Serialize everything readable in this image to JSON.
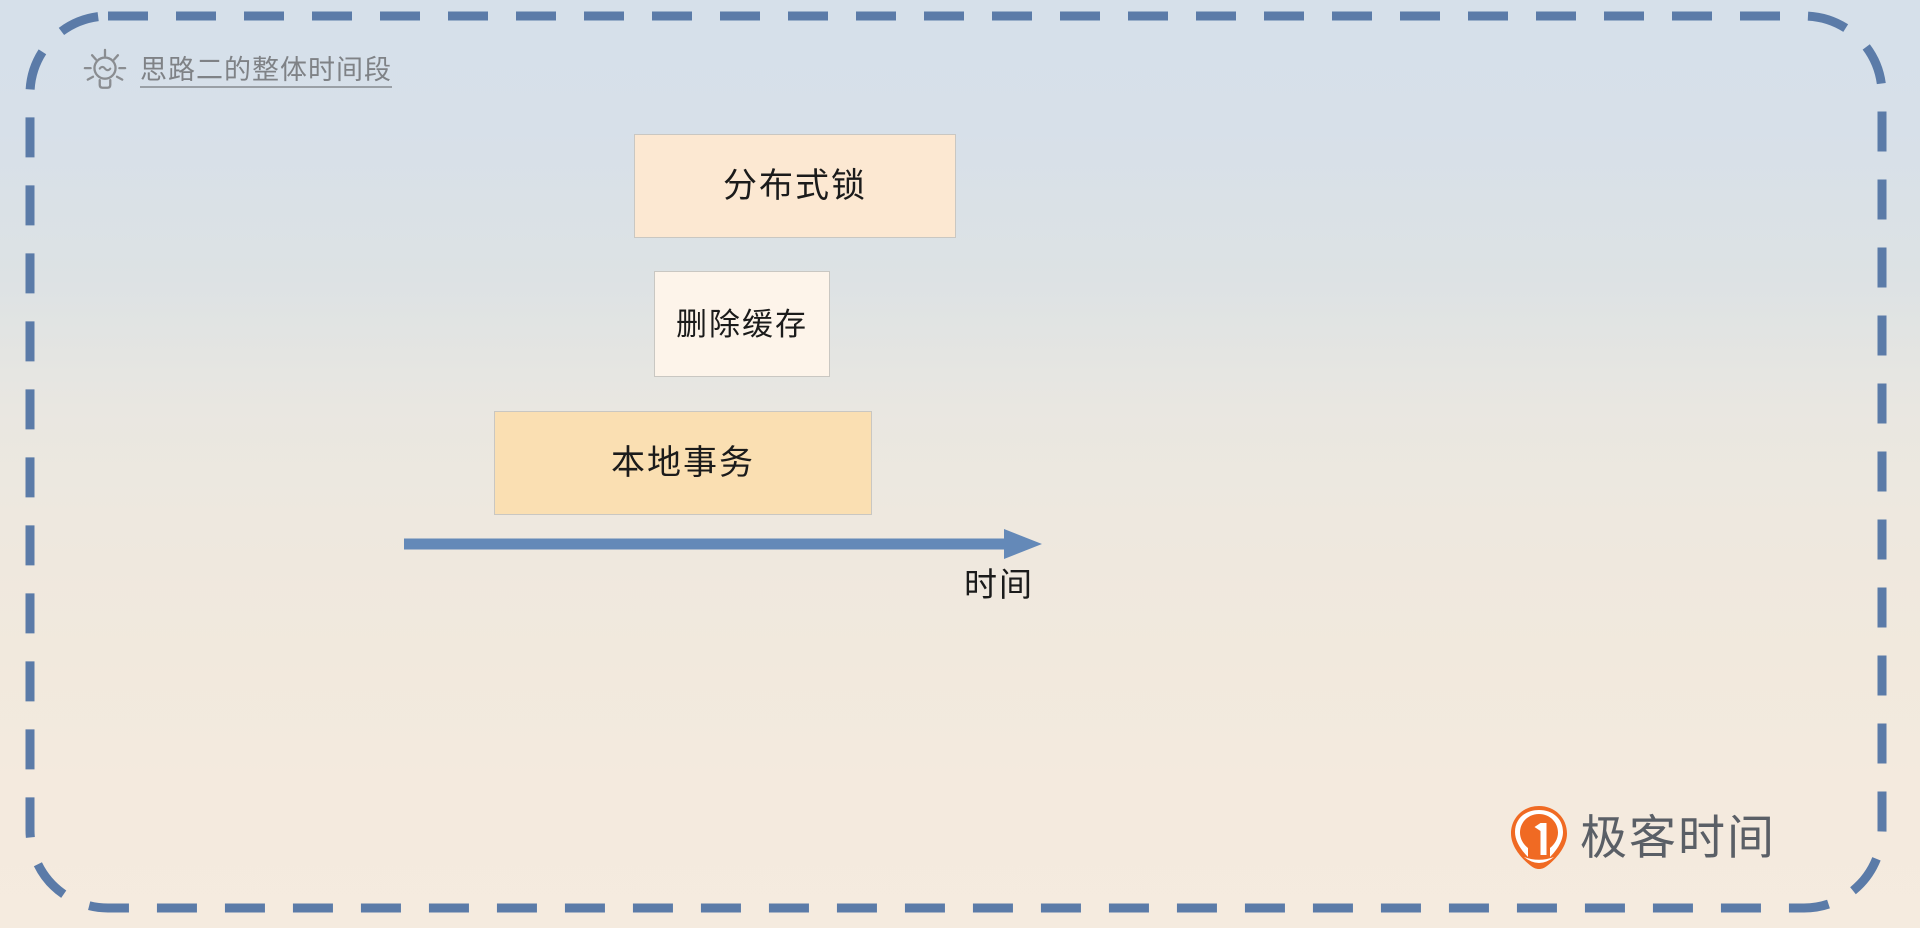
{
  "diagram": {
    "header": {
      "icon": "lightbulb-icon",
      "title": "思路二的整体时间段"
    },
    "boxes": [
      {
        "id": "distributed-lock",
        "label": "分布式锁",
        "fill": "#FCE8D2",
        "border": "#C9C7C2"
      },
      {
        "id": "delete-cache",
        "label": "删除缓存",
        "fill": "#FDF4EA",
        "border": "#C9C7C2"
      },
      {
        "id": "local-transaction",
        "label": "本地事务",
        "fill": "#FADFB2",
        "border": "#C9C7C2"
      }
    ],
    "axis": {
      "label": "时间",
      "direction": "right",
      "color": "#6489B8"
    },
    "frame": {
      "style": "dashed-rounded",
      "color": "#5B7BA8"
    },
    "background": {
      "top_color": "#D6E0EA",
      "bottom_color": "#F5EBDF"
    },
    "brand": {
      "name": "极客时间",
      "logo_color": "#F06A23",
      "text_color": "#5A5F66"
    }
  }
}
